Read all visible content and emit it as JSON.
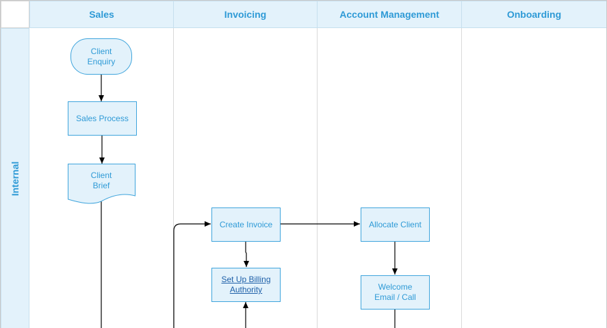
{
  "lanes": [
    {
      "label": "Sales"
    },
    {
      "label": "Invoicing"
    },
    {
      "label": "Account Management"
    },
    {
      "label": "Onboarding"
    }
  ],
  "row": {
    "label": "Internal"
  },
  "nodes": {
    "client_enquiry": {
      "label": "Client\nEnquiry",
      "shape": "terminator"
    },
    "sales_process": {
      "label": "Sales Process",
      "shape": "process"
    },
    "client_brief": {
      "label": "Client\nBrief",
      "shape": "document"
    },
    "create_invoice": {
      "label": "Create Invoice",
      "shape": "process"
    },
    "setup_billing": {
      "label": "Set Up Billing\nAuthority",
      "shape": "process",
      "link": true
    },
    "allocate_client": {
      "label": "Allocate Client",
      "shape": "process"
    },
    "welcome_email": {
      "label": "Welcome\nEmail / Call",
      "shape": "process"
    }
  },
  "colors": {
    "lane_fill": "#e3f2fb",
    "lane_text": "#2e9ad6",
    "shape_border": "#3ea4dc",
    "link_text": "#1d5fa8",
    "connector": "#000000",
    "divider": "#d9d9d9"
  }
}
